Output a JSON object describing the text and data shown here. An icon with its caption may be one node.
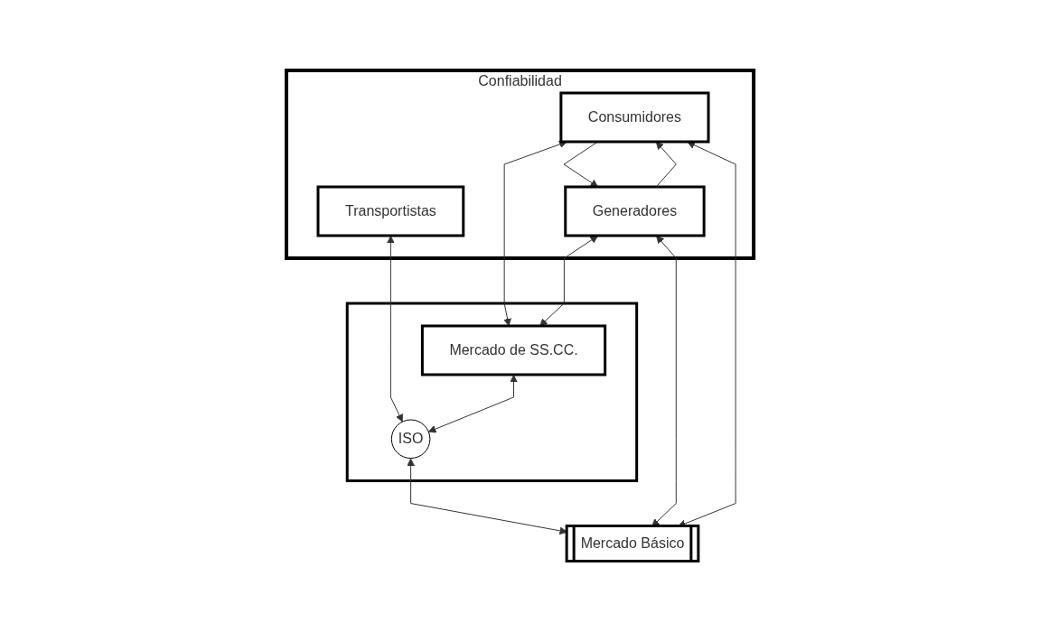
{
  "diagram": {
    "nodes": [
      {
        "text": [
          "Confiabilidad"
        ]
      },
      {
        "text": [
          "Consumidores"
        ],
        "in": 0
      },
      {
        "text": [
          "Generadores"
        ],
        "in": 0
      },
      {
        "text": [
          "Transportistas"
        ],
        "in": 0
      },
      {
        "text": [],
        "shape": "box"
      },
      {
        "text": [
          "Mercado de SS.CC."
        ],
        "in": 4
      },
      {
        "text": [
          "ISO"
        ],
        "in": 4
      },
      {
        "text": [
          "Mercado Básico"
        ]
      }
    ],
    "edges": [
      {
        "from": 1,
        "to": 5,
        "arrow": "both"
      },
      {
        "from": 2,
        "to": 5,
        "arrow": "both"
      },
      {
        "from": 2,
        "to": 1,
        "arrow": "to"
      },
      {
        "from": 1,
        "to": 2,
        "arrow": "to"
      },
      {
        "from": 3,
        "to": 6,
        "arrow": "both"
      },
      {
        "from": 5,
        "to": 6,
        "arrow": "both"
      },
      {
        "from": 6,
        "to": 7,
        "arrow": "both"
      },
      {
        "from": 2,
        "to": 7,
        "arrow": "both"
      },
      {
        "from": 1,
        "to": 7,
        "arrow": "both"
      }
    ]
  }
}
